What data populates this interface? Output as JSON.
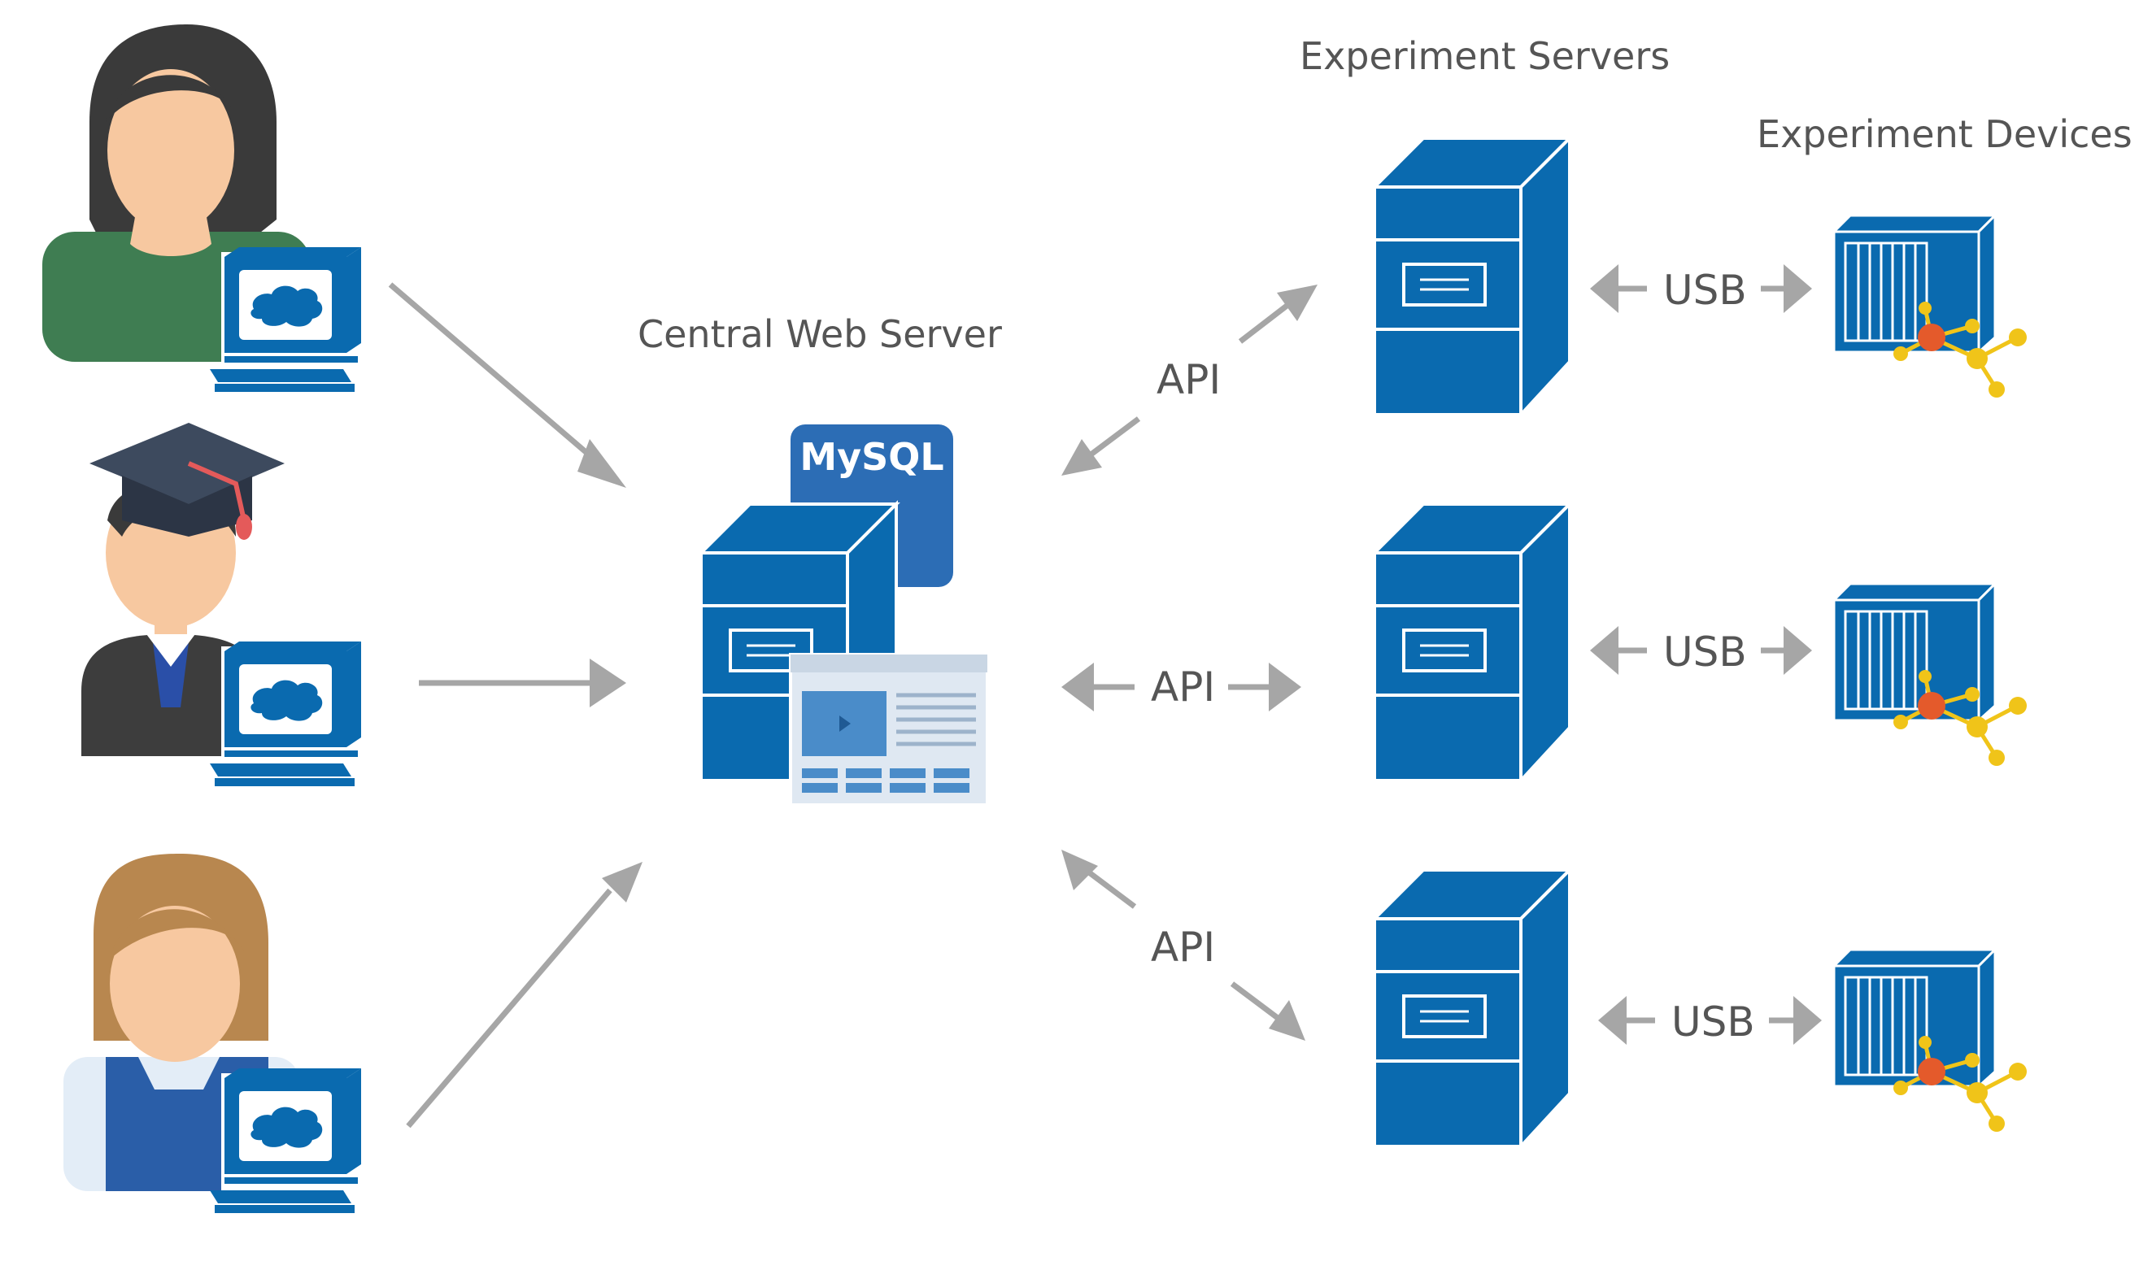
{
  "labels": {
    "central_server": "Central Web Server",
    "experiment_servers": "Experiment Servers",
    "experiment_devices": "Experiment Devices",
    "database": "MySQL"
  },
  "connections": {
    "api": [
      "API",
      "API",
      "API"
    ],
    "usb": [
      "USB",
      "USB",
      "USB"
    ]
  },
  "users": [
    {
      "role": "woman-user",
      "color": "#3f7d52"
    },
    {
      "role": "graduate-user",
      "color": "#3d3d3d"
    },
    {
      "role": "student-user",
      "color": "#2a5ea8"
    }
  ],
  "icons": [
    "woman-avatar-icon",
    "graduate-avatar-icon",
    "student-avatar-icon",
    "computer-icon",
    "server-tower-icon",
    "mysql-database-icon",
    "web-page-icon",
    "experiment-device-icon",
    "arrow-icon"
  ],
  "colors": {
    "primary_blue": "#0a6aaf",
    "mysql_blue": "#2c6db5",
    "arrow_gray": "#a6a6a6",
    "text_gray": "#555555",
    "device_node_yellow": "#f0c419",
    "device_node_red": "#e45a2b"
  }
}
